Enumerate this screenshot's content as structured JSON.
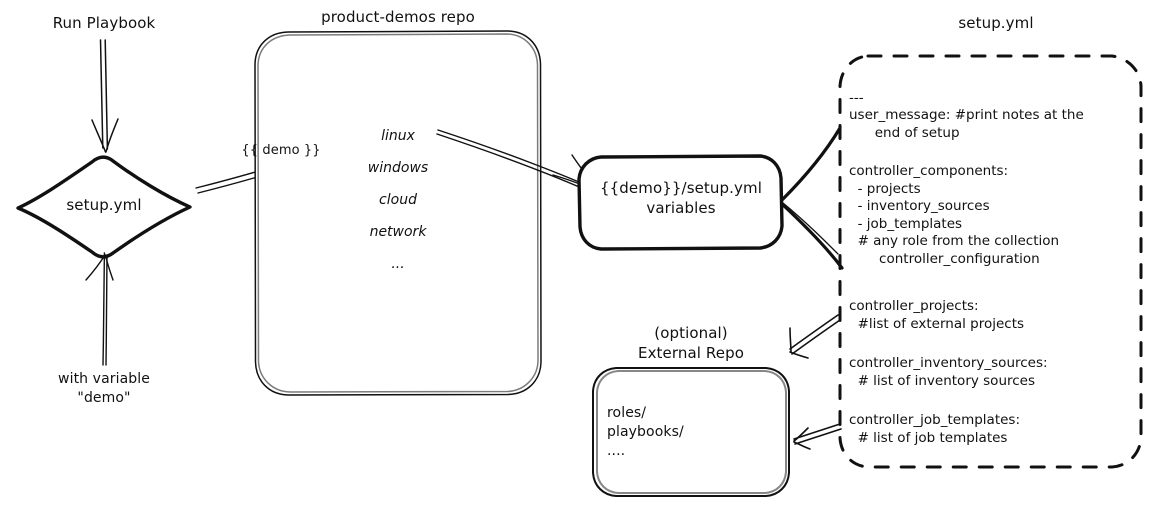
{
  "diagram": {
    "title_style": "hand-drawn whiteboard sketch",
    "stroke_color": "#111111",
    "background_color": "#ffffff"
  },
  "run_playbook": {
    "label": "Run Playbook"
  },
  "entry_node": {
    "label": "setup.yml",
    "shape": "diamond"
  },
  "with_variable": {
    "line1": "with variable",
    "line2": "\"demo\""
  },
  "demo_edge": {
    "label": "{{ demo }}"
  },
  "repo": {
    "title": "product-demos repo",
    "items": [
      "linux",
      "windows",
      "cloud",
      "network",
      "..."
    ]
  },
  "variables_node": {
    "line1": "{{demo}}/setup.yml",
    "line2": "variables"
  },
  "external_repo": {
    "title_line1": "(optional)",
    "title_line2": "External Repo",
    "items": [
      "roles/",
      "playbooks/",
      "...."
    ]
  },
  "setup_yml_box": {
    "title": "setup.yml",
    "blocks": [
      {
        "id": "doc-start",
        "lines": [
          "---"
        ]
      },
      {
        "id": "user-message",
        "lines": [
          "user_message: #print notes at the",
          "      end of setup"
        ]
      },
      {
        "id": "controller-components",
        "lines": [
          "controller_components:",
          "  - projects",
          "  - inventory_sources",
          "  - job_templates",
          "  # any role from the collection",
          "       controller_configuration"
        ]
      },
      {
        "id": "controller-projects",
        "lines": [
          "controller_projects:",
          "  #list of external projects"
        ]
      },
      {
        "id": "controller-inventory-sources",
        "lines": [
          "controller_inventory_sources:",
          "  # list of inventory sources"
        ]
      },
      {
        "id": "controller-job-templates",
        "lines": [
          "controller_job_templates:",
          "  # list of job templates"
        ]
      }
    ]
  }
}
